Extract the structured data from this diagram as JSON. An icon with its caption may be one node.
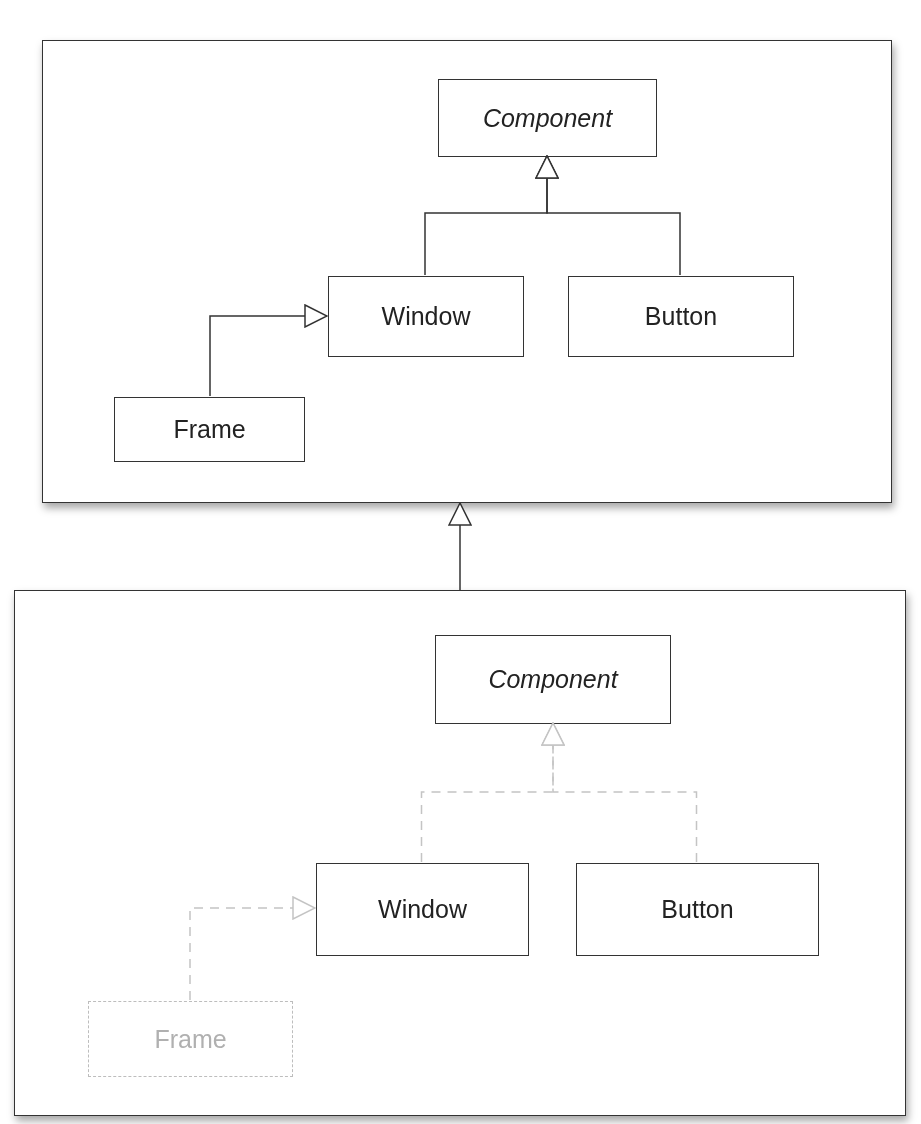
{
  "diagram": {
    "nodes": [
      {
        "text": [],
        "shape": "box"
      },
      {
        "text": [
          "Component"
        ],
        "in": 0
      },
      {
        "text": [
          "Window"
        ],
        "in": 0
      },
      {
        "text": [
          "Button"
        ],
        "in": 0
      },
      {
        "text": [
          "Frame"
        ],
        "in": 0
      },
      {
        "text": [],
        "shape": "box"
      },
      {
        "text": [
          "Component"
        ],
        "in": 5
      },
      {
        "text": [
          "Window"
        ],
        "in": 5
      },
      {
        "text": [
          "Button"
        ],
        "in": 5
      },
      {
        "text": [
          "Frame"
        ],
        "in": 5
      }
    ],
    "edges": [
      {
        "from": 2,
        "to": 1,
        "arrow": "to"
      },
      {
        "from": 3,
        "to": 1,
        "arrow": "to"
      },
      {
        "from": 4,
        "to": 2,
        "arrow": "to"
      },
      {
        "from": 5,
        "to": 0,
        "arrow": "to"
      },
      {
        "from": 7,
        "to": 6,
        "arrow": "to",
        "style": "dashed",
        "color": "#c4c4c4"
      },
      {
        "from": 8,
        "to": 6,
        "arrow": "to",
        "style": "dashed",
        "color": "#c4c4c4"
      },
      {
        "from": 9,
        "to": 7,
        "arrow": "to",
        "style": "dashed",
        "color": "#c4c4c4"
      }
    ]
  }
}
